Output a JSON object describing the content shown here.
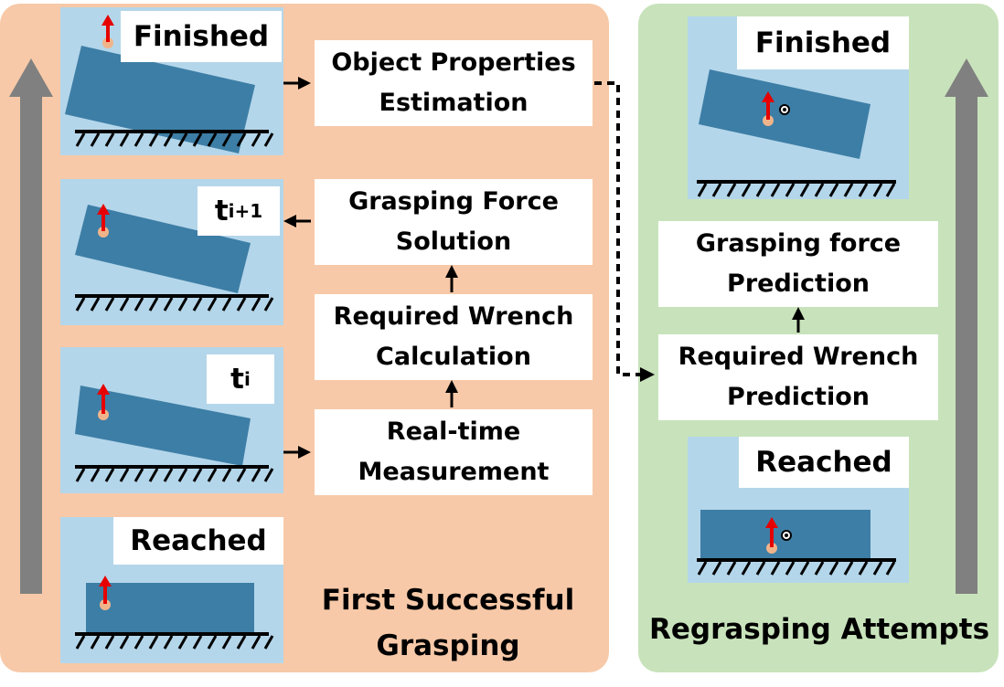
{
  "first_attempt": {
    "caption_lines": [
      "First Successful",
      "Grasping"
    ],
    "states": {
      "finished": "Finished",
      "t_next_base": "t",
      "t_next_sub": "i+1",
      "t_base": "t",
      "t_sub": "i",
      "reached": "Reached"
    },
    "steps": {
      "object_properties": [
        "Object Properties",
        "Estimation"
      ],
      "grasping_force": [
        "Grasping Force",
        "Solution"
      ],
      "required_wrench": [
        "Required Wrench",
        "Calculation"
      ],
      "measurement": [
        "Real-time",
        "Measurement"
      ]
    }
  },
  "regrasping": {
    "caption": "Regrasping Attempts",
    "states": {
      "finished": "Finished",
      "reached": "Reached"
    },
    "steps": {
      "force_prediction": [
        "Grasping force",
        "Prediction"
      ],
      "wrench_prediction": [
        "Required Wrench",
        "Prediction"
      ]
    }
  },
  "colors": {
    "first_panel": "#f7c9a8",
    "regrasp_panel": "#c8e3bb",
    "sketch_bg": "#b4d6ea",
    "object": "#3d7ea6",
    "force_arrow": "#e60000",
    "contact_point": "#f0b48a",
    "progress_arrow": "#808080"
  }
}
